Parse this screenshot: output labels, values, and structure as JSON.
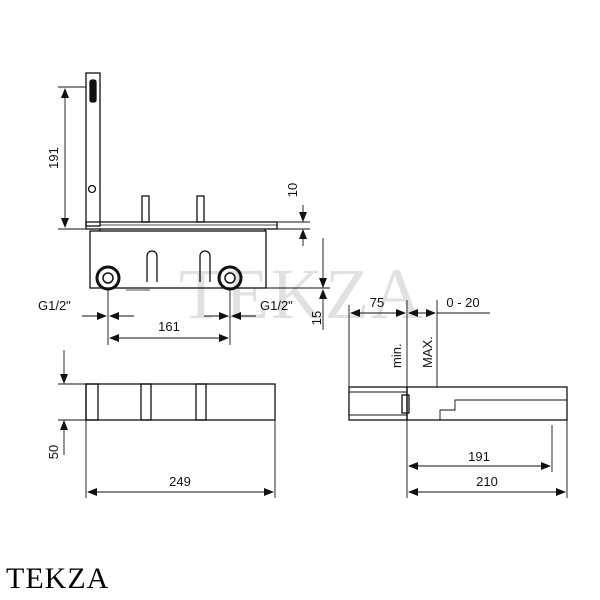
{
  "brand": "TEKZA",
  "watermark": "TEKZA",
  "front_view": {
    "height_total": "191",
    "height_top": "10",
    "offset_right": "15",
    "thread_left": "G1/2\"",
    "thread_right": "G1/2\"",
    "spacing": "161"
  },
  "side_view": {
    "depth_min": "75",
    "depth_adjust": "0 - 20",
    "label_min": "min.",
    "label_max": "MAX.",
    "depth_inner": "191",
    "depth_total": "210"
  },
  "plan_view": {
    "height": "50",
    "width": "249"
  }
}
